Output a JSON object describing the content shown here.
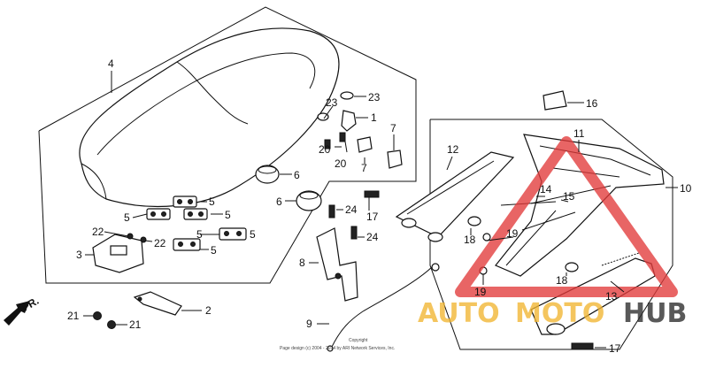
{
  "callouts": {
    "c1": "1",
    "c2": "2",
    "c3": "3",
    "c4": "4",
    "c5a": "5",
    "c5b": "5",
    "c5c": "5",
    "c5d": "5",
    "c5e": "5",
    "c5f": "5",
    "c6a": "6",
    "c6b": "6",
    "c7a": "7",
    "c7b": "7",
    "c8": "8",
    "c9": "9",
    "c10": "10",
    "c11": "11",
    "c12": "12",
    "c13": "13",
    "c14": "14",
    "c15": "15",
    "c16": "16",
    "c17a": "17",
    "c17b": "17",
    "c18a": "18",
    "c18b": "18",
    "c19a": "19",
    "c19b": "19",
    "c20a": "20",
    "c20b": "20",
    "c21a": "21",
    "c21b": "21",
    "c22a": "22",
    "c22b": "22",
    "c23a": "23",
    "c23b": "23",
    "c24a": "24",
    "c24b": "24"
  },
  "front_arrow": "FR.",
  "copyright": {
    "line1": "Copyright",
    "line2": "Page design (c) 2004 - 2014 by ARI Network Services, Inc."
  },
  "watermark": {
    "part1": "AUTO",
    "part2": "MOTO",
    "part3": "HUB",
    "colors": {
      "auto": "#f2b632",
      "moto": "#f2b632",
      "hub": "#2b2b2b",
      "triangle": "#e23a3a"
    }
  }
}
